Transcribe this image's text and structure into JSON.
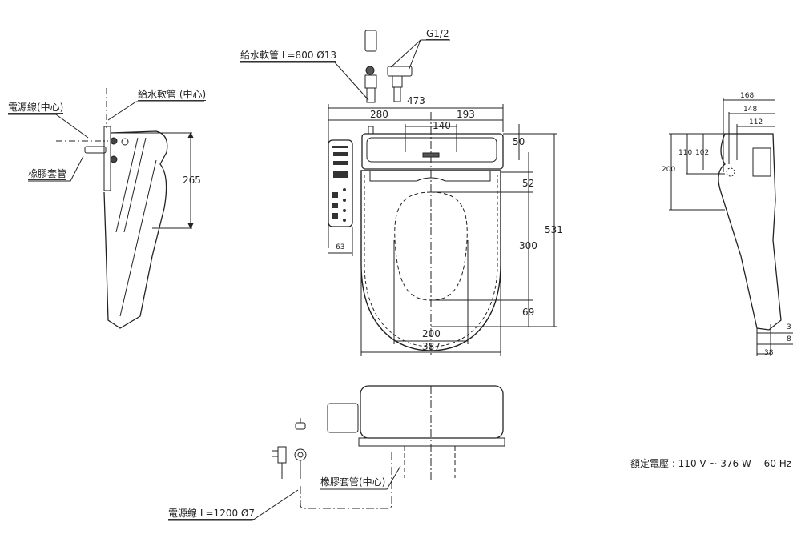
{
  "labels": {
    "supply_hose_center": "給水軟管 (中心)",
    "power_cord_center": "電源線(中心)",
    "rubber_sleeve": "橡膠套管",
    "supply_hose_spec": "給水軟管 L=800 Ø13",
    "thread": "G1/2",
    "rubber_sleeve_center": "橡膠套管(中心)",
    "power_cord_spec": "電源線 L=1200 Ø7",
    "rating": "額定電壓 : 110 V ~ 376 W　 60 Hz"
  },
  "dimensions": {
    "side_height": "265",
    "total_width_top": "473",
    "left_offset": "280",
    "right_offset": "193",
    "bolt_spacing": "140",
    "d50": "50",
    "d52": "52",
    "d300": "300",
    "d69": "69",
    "total_length": "531",
    "opening_width": "200",
    "seat_width": "387",
    "remote_width": "63",
    "r168": "168",
    "r148": "148",
    "r112": "112",
    "r110": "110",
    "r102": "102",
    "r200": "200",
    "r3": "3",
    "r8": "8",
    "r38": "38"
  }
}
